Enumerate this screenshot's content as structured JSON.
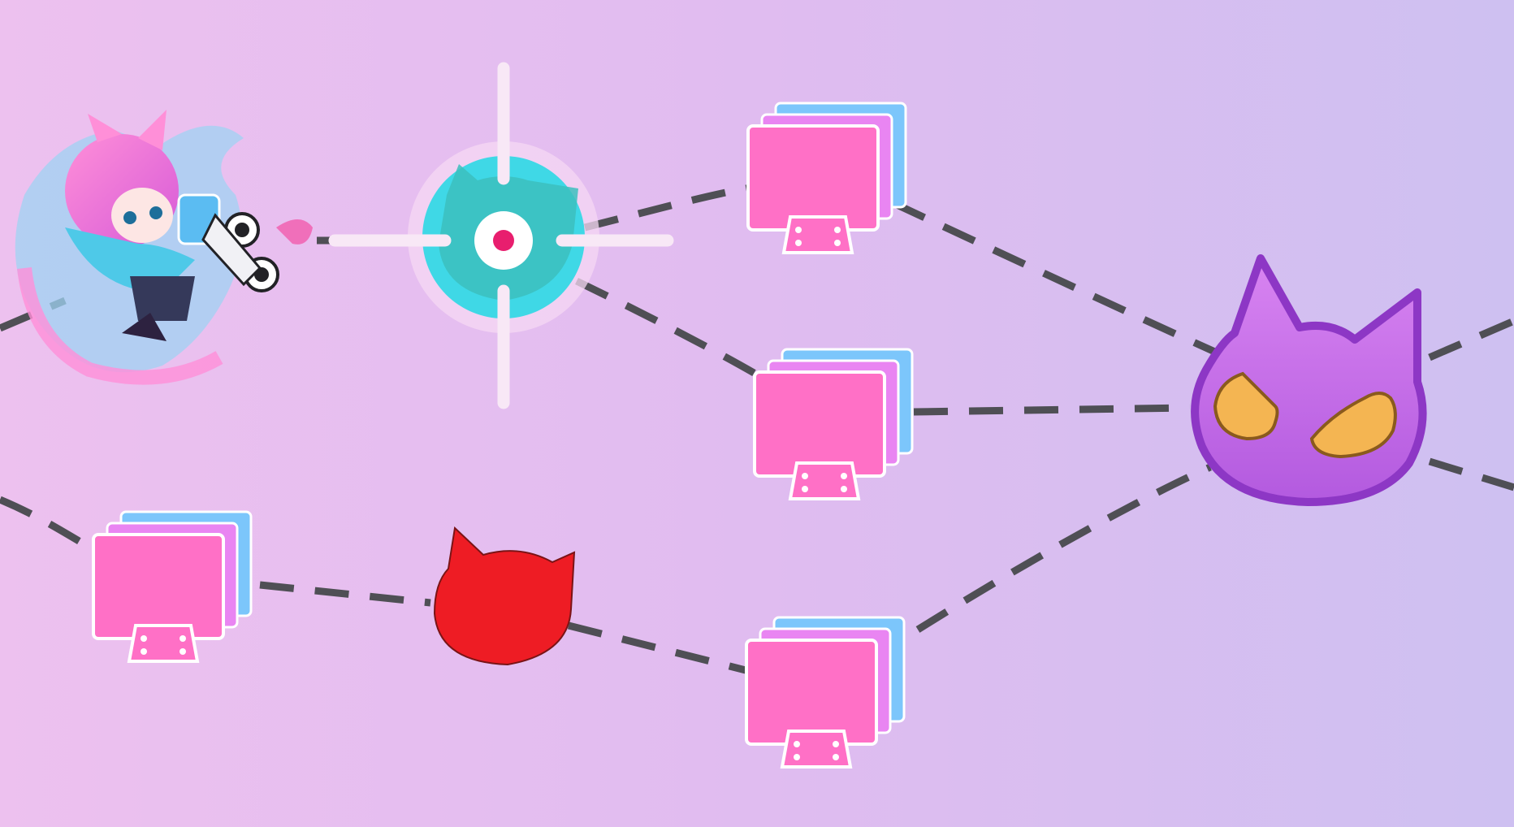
{
  "game": {
    "screen": "stage-select-map",
    "nodes": [
      {
        "id": "player",
        "kind": "player-character",
        "icon": "pink-haired-cat-girl-icon"
      },
      {
        "id": "current",
        "kind": "current-stage-cursor",
        "icon": "crosshair-target-icon"
      },
      {
        "id": "stage-a",
        "kind": "stage",
        "icon": "cassette-stack-icon"
      },
      {
        "id": "stage-b",
        "kind": "stage",
        "icon": "cassette-stack-icon"
      },
      {
        "id": "stage-c",
        "kind": "stage",
        "icon": "cassette-stack-icon"
      },
      {
        "id": "stage-d",
        "kind": "stage",
        "icon": "cassette-stack-icon"
      },
      {
        "id": "red-cat",
        "kind": "event",
        "icon": "red-cat-head-icon"
      },
      {
        "id": "boss",
        "kind": "boss",
        "icon": "purple-cat-head-icon"
      }
    ]
  },
  "colors": {
    "background_left": "#edc1ef",
    "background_right": "#cec0f1",
    "path": "#4f4f55",
    "cassette_front": "#ff70c6",
    "cassette_mid": "#e985f2",
    "cassette_back": "#7cc6fb",
    "target_ring": "#3fd8e6",
    "target_center": "#e81e6e",
    "red_cat": "#ee1c24",
    "boss_cat": "#c96ce8",
    "boss_eyes": "#f4b552"
  }
}
